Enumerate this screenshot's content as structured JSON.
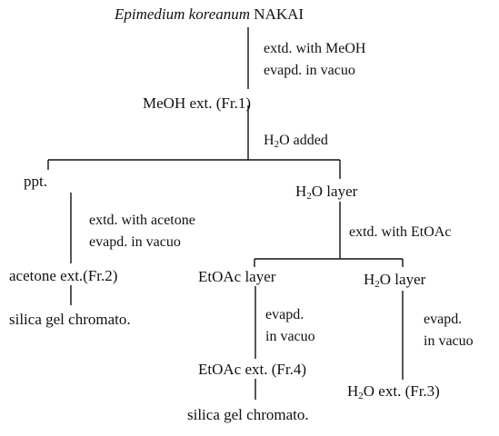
{
  "start": {
    "species": "Epimedium koreanum",
    "author": "NAKAI"
  },
  "step1": {
    "line1": "extd. with MeOH",
    "line2": "evapd. in vacuo"
  },
  "meoh_ext": "MeOH ext. (Fr.1)",
  "step2": {
    "pre": "H",
    "sub": "2",
    "post": "O added"
  },
  "ppt": "ppt.",
  "h2o_layer_1": {
    "pre": "H",
    "sub": "2",
    "post": "O layer"
  },
  "step3": {
    "line1": "extd. with acetone",
    "line2": "evapd. in vacuo"
  },
  "step4": "extd. with EtOAc",
  "acetone_ext": "acetone ext.(Fr.2)",
  "silica_1": "silica gel chromato.",
  "etoac_layer": "EtOAc layer",
  "h2o_layer_2": {
    "pre": "H",
    "sub": "2",
    "post": "O layer"
  },
  "step5": {
    "line1": "evapd.",
    "line2": "in vacuo"
  },
  "step6": {
    "line1": "evapd.",
    "line2": "in vacuo"
  },
  "etoac_ext": "EtOAc ext. (Fr.4)",
  "h2o_ext": {
    "pre": "H",
    "sub": "2",
    "post": "O ext. (Fr.3)"
  },
  "silica_2": "silica gel chromato."
}
